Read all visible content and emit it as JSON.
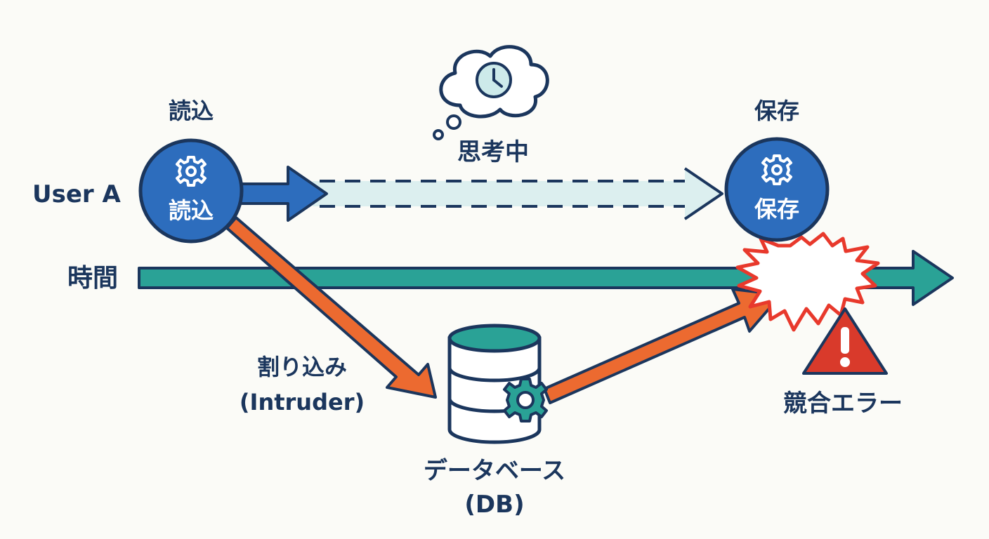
{
  "actor": {
    "label": "User A"
  },
  "timeline": {
    "label": "時間"
  },
  "read_node": {
    "caption": "読込",
    "inner": "読込",
    "icon": "gear-icon"
  },
  "save_node": {
    "caption": "保存",
    "inner": "保存",
    "icon": "gear-icon"
  },
  "thinking": {
    "label": "思考中",
    "icon": "clock-icon"
  },
  "intruder": {
    "label_line1": "割り込み",
    "label_line2": "(Intruder)"
  },
  "database": {
    "label_line1": "データベース",
    "label_line2": "(DB)",
    "icon": "database-icon"
  },
  "conflict": {
    "label": "競合エラー",
    "icon": "warning-icon"
  },
  "colors": {
    "node_blue": "#2d6dbd",
    "outline_navy": "#1b365d",
    "timeline_teal": "#2aa296",
    "intruder_orange": "#ec6a30",
    "dashed_fill": "#dcefef",
    "warning_red": "#d93a2b",
    "burst_red": "#e8392c"
  }
}
